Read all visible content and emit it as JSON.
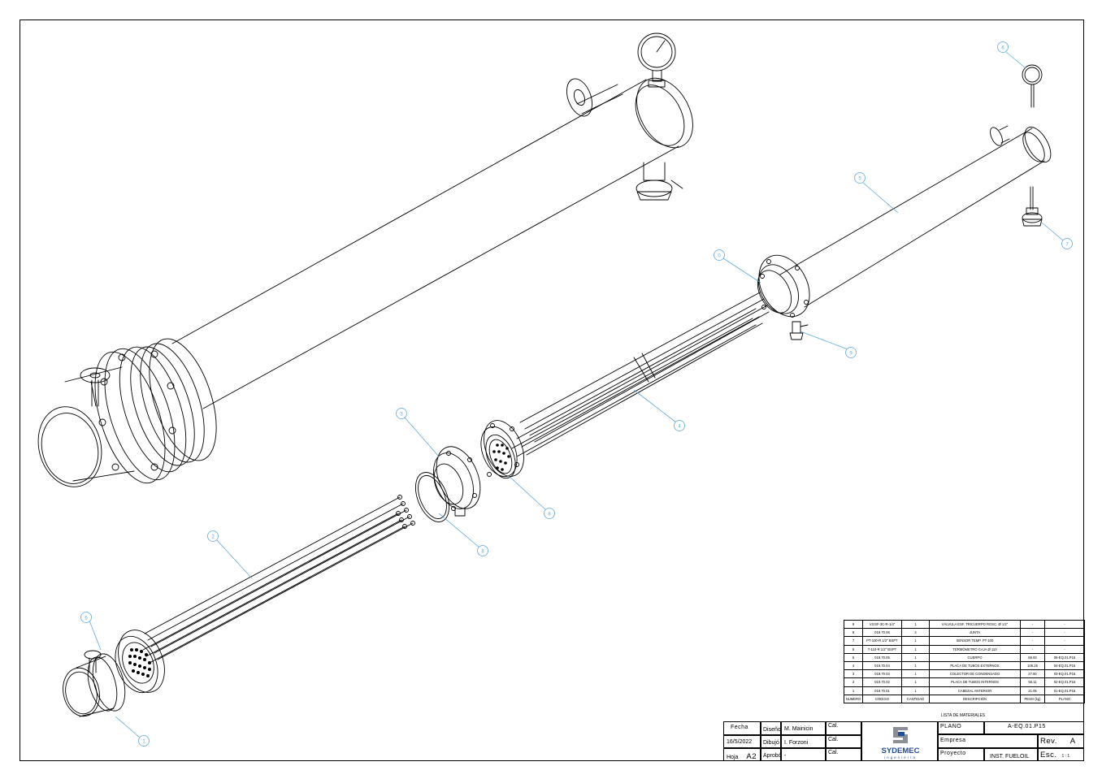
{
  "balloons": {
    "b1": "1",
    "b2": "2",
    "b3": "3",
    "b4": "4",
    "b5": "5",
    "b6": "6",
    "b7": "7",
    "b8": "8",
    "b9": "9",
    "b0": "0",
    "b6b": "6",
    "b8b": "8"
  },
  "bom": {
    "caption": "LISTA DE MATERIALES",
    "header": [
      "NUMERO",
      "CODIGO",
      "CANTIDAD",
      "DESCRIPCIÓN",
      "PESO (kg)",
      "PLANO"
    ],
    "rows": [
      [
        "9",
        "V.ESF-3C-R-1/4\"",
        "1",
        "VÁLVULA ESF. TRICUERPO ROSC. Ø 1/2\"",
        "-",
        "-"
      ],
      [
        "8",
        "019.70.06",
        "4",
        "JUNTA",
        "-",
        "-"
      ],
      [
        "7",
        "PT-100-R 1/2\" BSPT",
        "1",
        "SENSOR TEMP. PT-100",
        "-",
        "-"
      ],
      [
        "6",
        "T-110-R 1/2\" BSPT",
        "1",
        "TERMÓMETRO CAJA Ø 110",
        "-",
        "-"
      ],
      [
        "5",
        "019.70.05",
        "1",
        "CUERPO",
        "66.93",
        "05-EQ.01.P15"
      ],
      [
        "4",
        "019.70.04",
        "1",
        "PLACA DE TUBOS EXTERNOS",
        "106.25",
        "04-EQ.01.P15"
      ],
      [
        "3",
        "019.70.03",
        "1",
        "COLECTOR DE CONDENSADO",
        "27.80",
        "03-EQ.01.P15"
      ],
      [
        "2",
        "019.70.02",
        "1",
        "PLACA DE TUBOS INTERNOS",
        "55.11",
        "02-EQ.01.P15"
      ],
      [
        "1",
        "019.70.01",
        "1",
        "CABEZAL ANTERIOR",
        "21.05",
        "01-EQ.01.P15"
      ]
    ]
  },
  "titleblock": {
    "fecha_label": "Fecha",
    "fecha_value": "16/5/2022",
    "hoja_label": "Hoja",
    "hoja_value": "A2",
    "diseno_label": "Diseño",
    "diseno_value": "M. Mainicin",
    "dibujo_label": "Dibujó",
    "dibujo_value": "I. Forzoni",
    "aprobo_label": "Aprobó",
    "aprobo_value": "-",
    "cal_label": "Cal.",
    "logo_text": "SYDEMEC",
    "logo_sub": "ingeniería",
    "plano_label": "PLANO",
    "plano_value": "A-EQ.01.P15",
    "empresa_label": "Empresa",
    "proyecto_label": "Proyecto",
    "proyecto_value": "INST. FUELOIL",
    "rev_label": "Rev.",
    "rev_value": "A",
    "esc_label": "Esc.",
    "esc_value": "1 : 1"
  },
  "colors": {
    "line": "#000000",
    "leader": "#5fa8dc",
    "logo_blue": "#1f4e9a",
    "logo_grey": "#8a8f96"
  }
}
